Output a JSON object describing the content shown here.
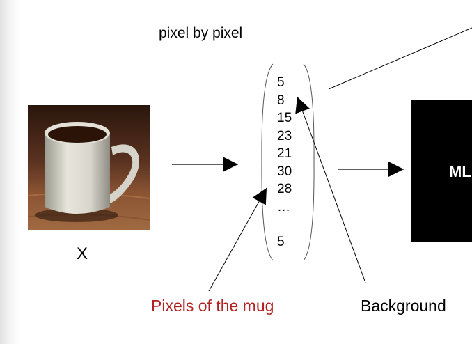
{
  "title": "pixel by pixel",
  "input_label": "X",
  "pixel_values": [
    "5",
    "8",
    "15",
    "23",
    "21",
    "30",
    "28",
    "…"
  ],
  "pixel_last": "5",
  "model_label": "ML",
  "annotation_mug": "Pixels of the mug",
  "annotation_background": "Background",
  "colors": {
    "annotation_mug": "#b22222",
    "model_box": "#000000"
  }
}
